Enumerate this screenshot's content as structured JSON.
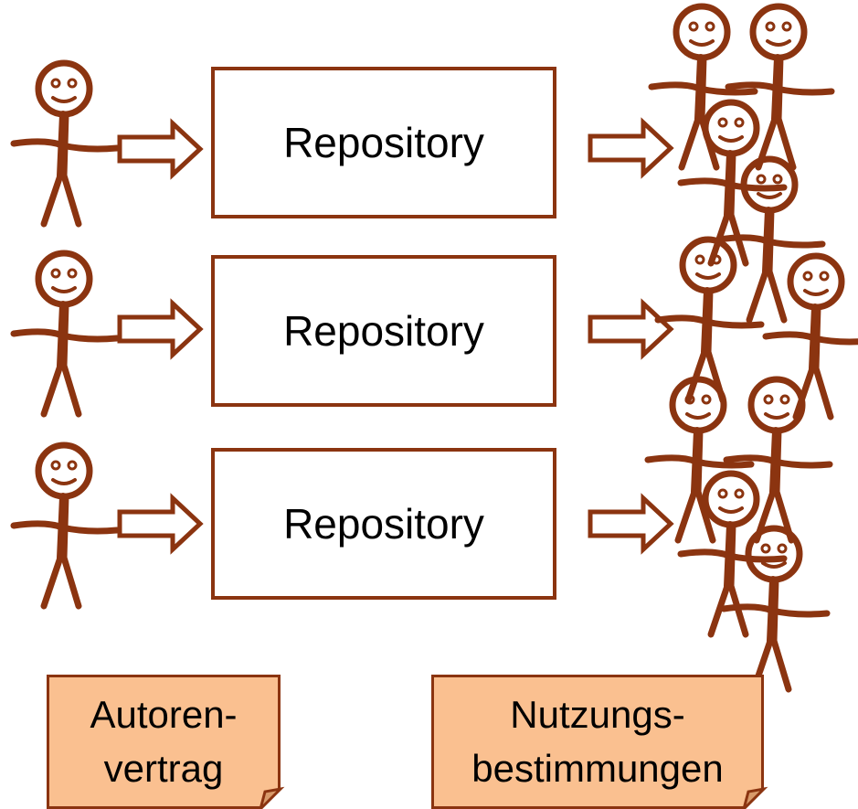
{
  "colors": {
    "stroke": "#8B3410",
    "note_fill": "#FAC090"
  },
  "icons": {
    "person": "stick-figure-icon",
    "arrow": "right-arrow-icon"
  },
  "repositories": [
    {
      "label": "Repository"
    },
    {
      "label": "Repository"
    },
    {
      "label": "Repository"
    }
  ],
  "notes": {
    "author": {
      "line1": "Autoren-",
      "line2": "vertrag"
    },
    "usage": {
      "line1": "Nutzungs-",
      "line2": "bestimmungen"
    }
  }
}
